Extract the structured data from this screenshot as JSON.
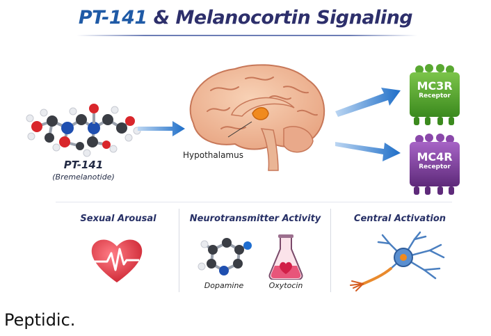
{
  "title": {
    "part1": "PT-141",
    "part2": "& Melanocortin Signaling"
  },
  "molecule": {
    "name": "PT-141",
    "subtitle": "(Bremelanotide)"
  },
  "brain": {
    "label": "Hypothalamus"
  },
  "receptors": [
    {
      "name": "MC3R",
      "sub": "Receptor",
      "color": "#4f9b2a"
    },
    {
      "name": "MC4R",
      "sub": "Receptor",
      "color": "#7d3f99"
    }
  ],
  "sections": [
    {
      "title": "Sexual Arousal"
    },
    {
      "title": "Neurotransmitter Activity",
      "items": [
        "Dopamine",
        "Oxytocin"
      ]
    },
    {
      "title": "Central Activation"
    }
  ],
  "footer": "Peptidic.",
  "colors": {
    "title_blue": "#1f5aa6",
    "title_dark": "#2d2f6b",
    "arrow_blue": "#1e6ec8",
    "heart_red": "#e23a46"
  }
}
